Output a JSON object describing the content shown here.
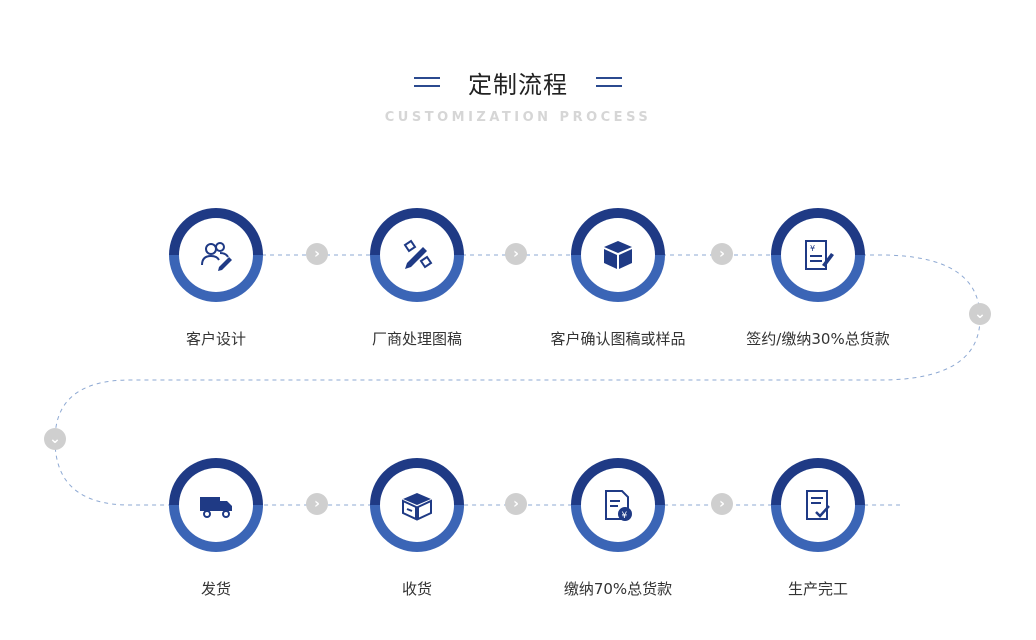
{
  "header": {
    "title": "定制流程",
    "subtitle": "CUSTOMIZATION PROCESS"
  },
  "steps": [
    {
      "label": "客户设计",
      "icon": "users-pencil-icon"
    },
    {
      "label": "厂商处理图稿",
      "icon": "pencil-ruler-icon"
    },
    {
      "label": "客户确认图稿或样品",
      "icon": "box-icon"
    },
    {
      "label": "签约/缴纳30%总货款",
      "icon": "contract-yen-icon"
    },
    {
      "label": "发货",
      "icon": "truck-icon"
    },
    {
      "label": "收货",
      "icon": "package-icon"
    },
    {
      "label": "缴纳70%总货款",
      "icon": "document-yen-icon"
    },
    {
      "label": "生产完工",
      "icon": "checklist-icon"
    }
  ],
  "colors": {
    "dark_blue": "#1f3a85",
    "light_blue": "#3b65b6",
    "arrow_gray": "#cfcfcf",
    "dash": "#8ea9d3"
  },
  "arrow_glyph": "›",
  "down_glyph": "⌄"
}
